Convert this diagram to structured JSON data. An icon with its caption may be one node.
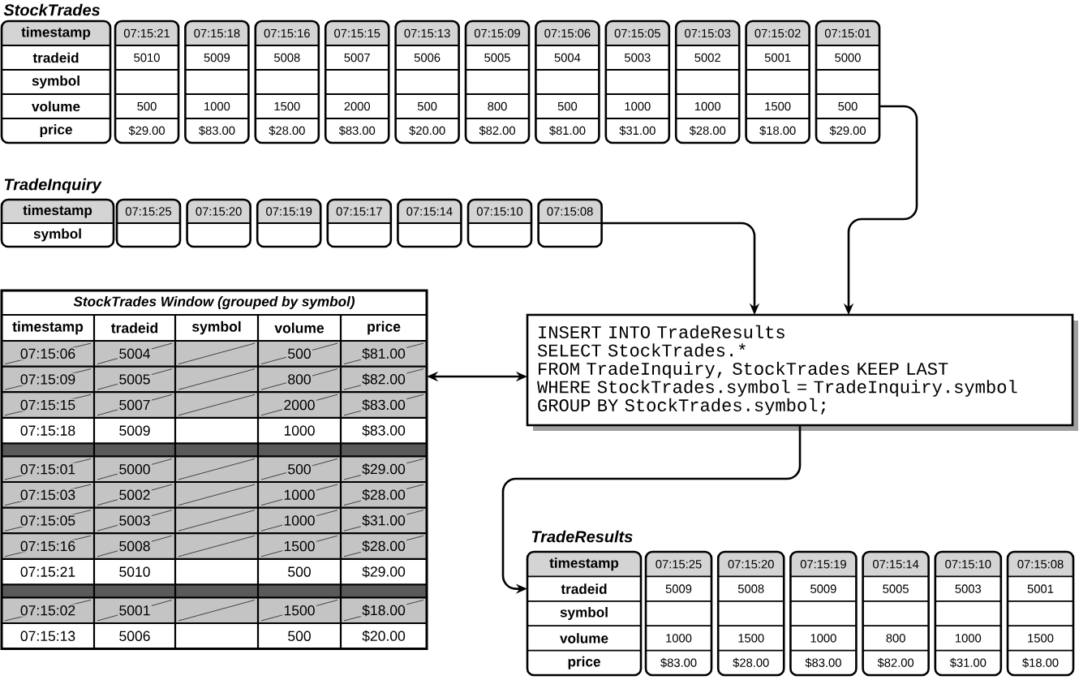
{
  "diagram": {
    "nodes": [
      {
        "text": [
          "timestamp",
          "tradeid",
          "symbol",
          "volume",
          "price"
        ]
      },
      {
        "text": [
          "07:15:21",
          "5010",
          "500",
          "$29.00"
        ]
      },
      {
        "text": [
          "07:15:18",
          "5009",
          "1000",
          "$83.00"
        ]
      },
      {
        "text": [
          "07:15:16",
          "5008",
          "1500",
          "$28.00"
        ]
      },
      {
        "text": [
          "07:15:15",
          "5007",
          "2000",
          "$83.00"
        ]
      },
      {
        "text": [
          "07:15:13",
          "5006",
          "500",
          "$20.00"
        ]
      },
      {
        "text": [
          "07:15:09",
          "5005",
          "800",
          "$82.00"
        ]
      },
      {
        "text": [
          "07:15:06",
          "5004",
          "500",
          "$81.00"
        ]
      },
      {
        "text": [
          "07:15:05",
          "5003",
          "1000",
          "$31.00"
        ]
      },
      {
        "text": [
          "07:15:03",
          "5002",
          "1000",
          "$28.00"
        ]
      },
      {
        "text": [
          "07:15:02",
          "5001",
          "1500",
          "$18.00"
        ]
      },
      {
        "text": [
          "07:15:01",
          "5000",
          "500",
          "$29.00"
        ]
      },
      {
        "text": [
          "timestamp",
          "symbol"
        ]
      },
      {
        "text": [
          "07:15:25"
        ]
      },
      {
        "text": [
          "07:15:20"
        ]
      },
      {
        "text": [
          "07:15:19"
        ]
      },
      {
        "text": [
          "07:15:17"
        ]
      },
      {
        "text": [
          "07:15:14"
        ]
      },
      {
        "text": [
          "07:15:10"
        ]
      },
      {
        "text": [
          "07:15:08"
        ]
      },
      {
        "text": [
          "StockTrades Window (grouped by symbol)",
          "timestamp",
          "tradeid",
          "symbol",
          "volume",
          "price",
          "07:15:06",
          "5004",
          "500",
          "$81.00",
          "07:15:09",
          "5005",
          "800",
          "$82.00",
          "07:15:15",
          "5007",
          "2000",
          "$83.00",
          "07:15:18",
          "5009",
          "1000",
          "$83.00",
          "07:15:01",
          "5000",
          "500",
          "$29.00",
          "07:15:03",
          "5002",
          "1000",
          "$28.00",
          "07:15:05",
          "5003",
          "1000",
          "$31.00",
          "07:15:16",
          "5008",
          "1500",
          "$28.00",
          "07:15:21",
          "5010",
          "500",
          "$29.00",
          "07:15:02",
          "5001",
          "1500",
          "$18.00",
          "07:15:13",
          "5006",
          "500",
          "$20.00"
        ]
      },
      {
        "text": [
          "INSERT INTO TradeResults",
          "SELECT StockTrades.*",
          "FROM TradeInquiry, StockTrades KEEP LAST",
          "WHERE StockTrades.symbol = TradeInquiry.symbol",
          "GROUP BY StockTrades.symbol;"
        ]
      },
      {
        "text": [
          "timestamp",
          "tradeid",
          "symbol",
          "volume",
          "price"
        ]
      },
      {
        "text": [
          "07:15:25",
          "5009",
          "1000",
          "$83.00"
        ]
      },
      {
        "text": [
          "07:15:20",
          "5008",
          "1500",
          "$28.00"
        ]
      },
      {
        "text": [
          "07:15:19",
          "5009",
          "1000",
          "$83.00"
        ]
      },
      {
        "text": [
          "07:15:14",
          "5005",
          "800",
          "$82.00"
        ]
      },
      {
        "text": [
          "07:15:10",
          "5003",
          "1000",
          "$31.00"
        ]
      },
      {
        "text": [
          "07:15:08",
          "5001",
          "1500",
          "$18.00"
        ]
      }
    ],
    "edges": [
      {
        "from": 11,
        "to": 21,
        "arrow": "to"
      },
      {
        "from": 19,
        "to": 21,
        "arrow": "to"
      },
      {
        "from": 20,
        "to": 21,
        "arrow": "both"
      },
      {
        "from": 21,
        "to": 22,
        "arrow": "to"
      }
    ],
    "labels": [
      "StockTrades",
      "TradeInquiry",
      "TradeResults"
    ]
  }
}
